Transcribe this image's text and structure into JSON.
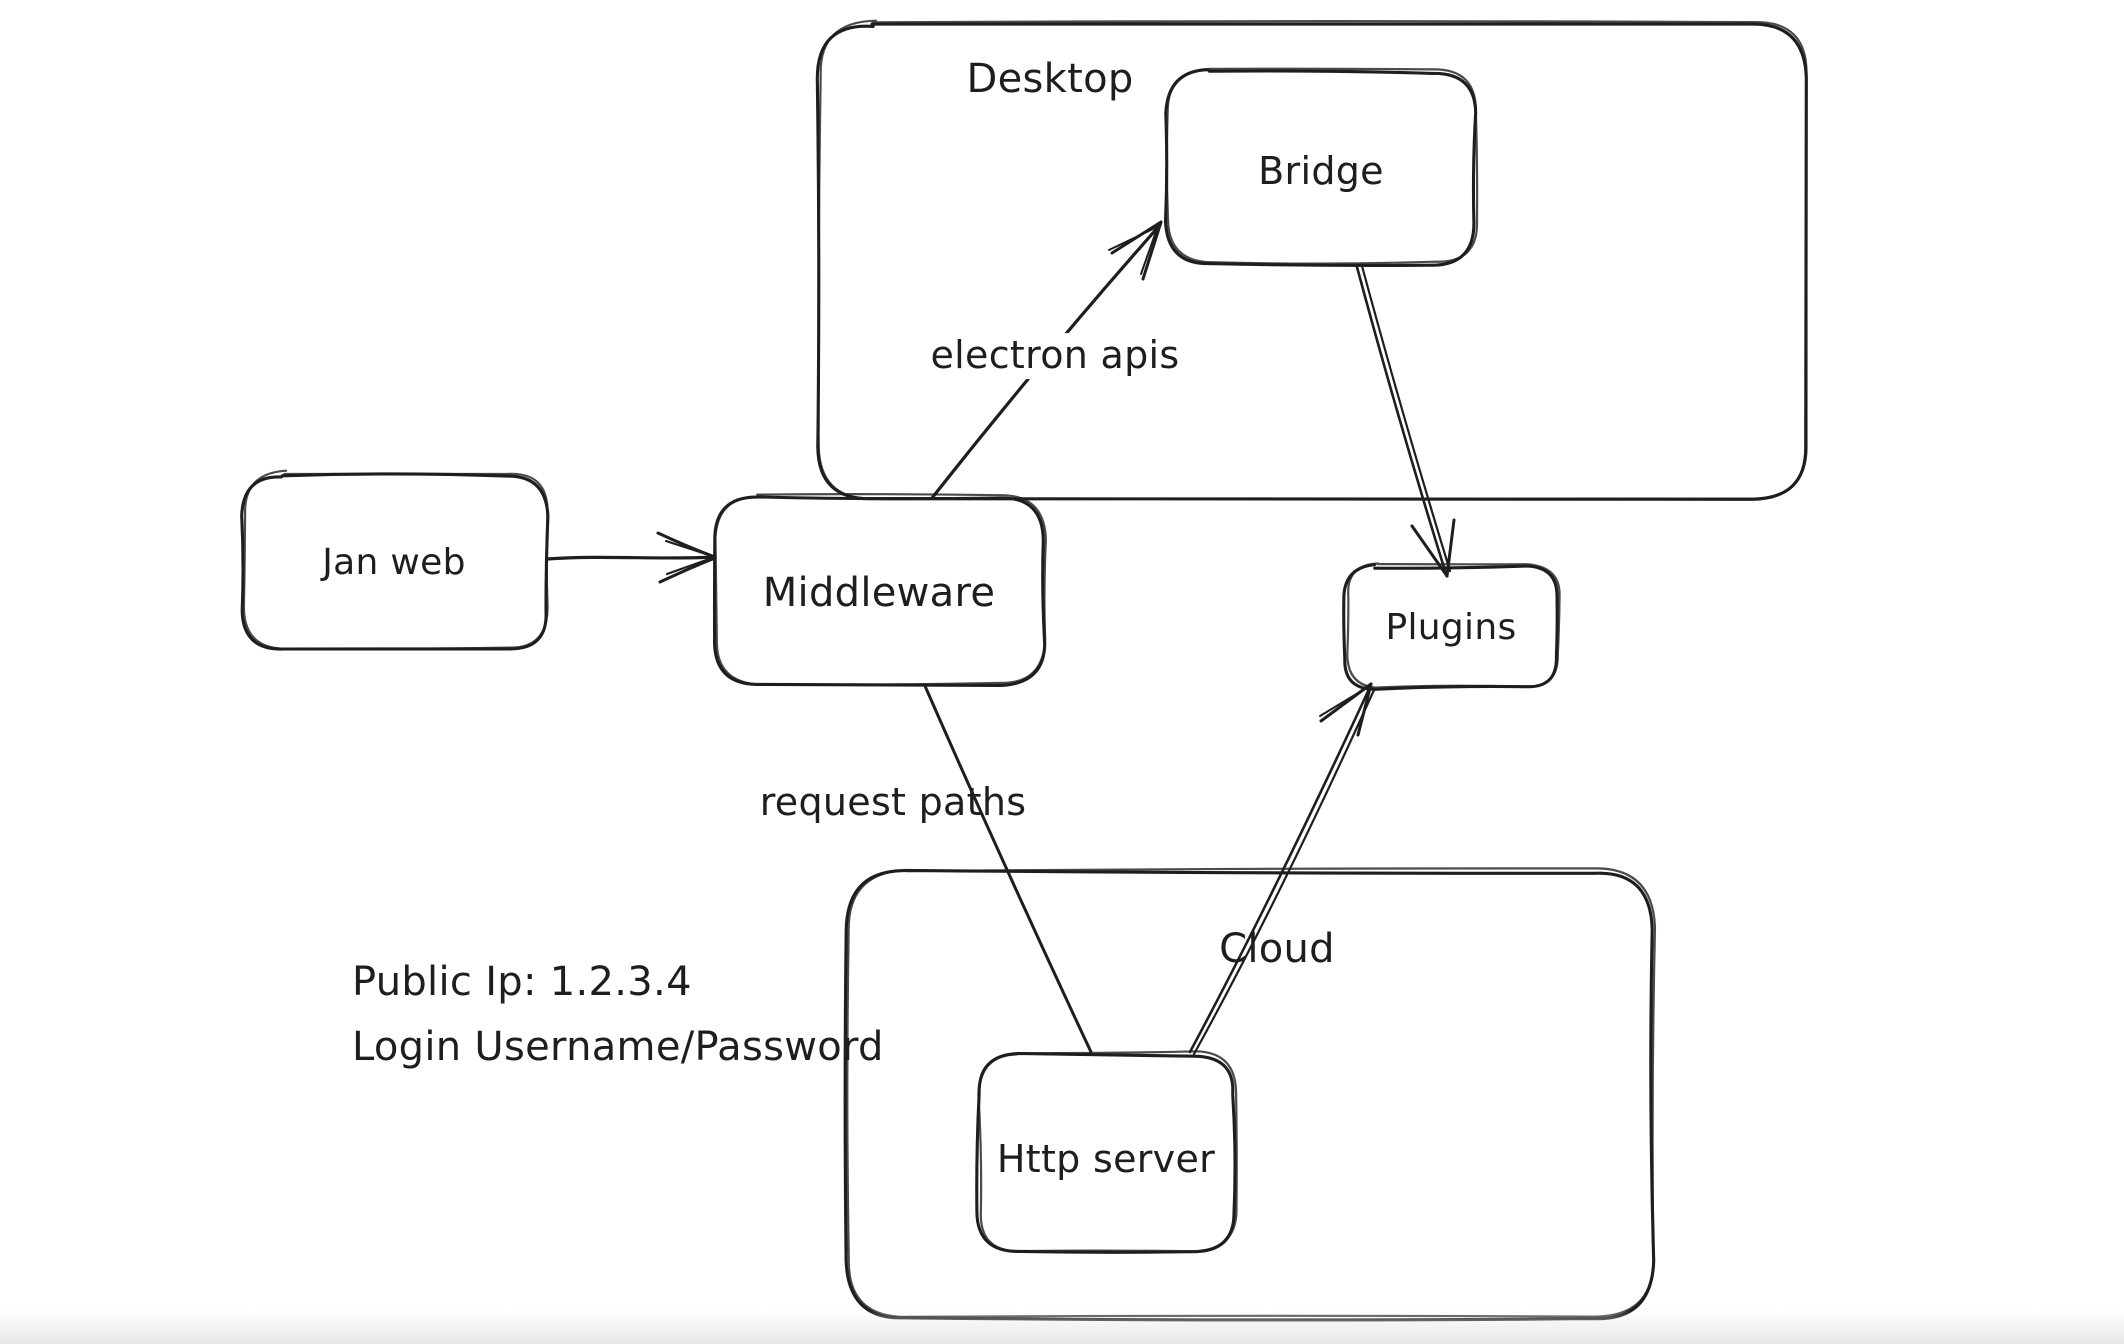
{
  "diagram": {
    "colors": {
      "stroke": "#1e1e1e",
      "background": "#ffffff"
    },
    "containers": [
      {
        "label": "Desktop"
      },
      {
        "label": "Cloud"
      }
    ],
    "nodes": [
      {
        "label": "Jan web"
      },
      {
        "label": "Middleware"
      },
      {
        "label": "Bridge"
      },
      {
        "label": "Plugins"
      },
      {
        "label": "Http server"
      }
    ],
    "edges": [
      {
        "from": "Jan web",
        "to": "Middleware",
        "label": ""
      },
      {
        "from": "Middleware",
        "to": "Bridge",
        "label": "electron apis"
      },
      {
        "from": "Bridge",
        "to": "Plugins",
        "label": ""
      },
      {
        "from": "Middleware",
        "to": "Http server",
        "label": "request paths"
      },
      {
        "from": "Http server",
        "to": "Plugins",
        "label": ""
      }
    ],
    "annotations": [
      {
        "text": "Public Ip: 1.2.3.4"
      },
      {
        "text": "Login Username/Password"
      }
    ]
  }
}
